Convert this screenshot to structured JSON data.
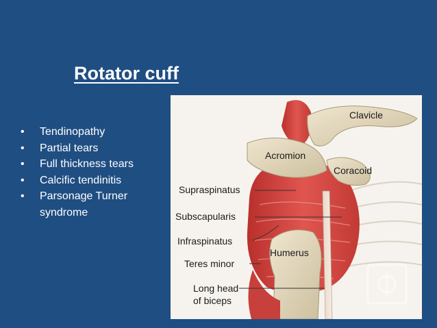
{
  "slide": {
    "title": "Rotator cuff",
    "bullets": [
      "Tendinopathy",
      "Partial tears",
      "Full thickness tears",
      "Calcific tendinitis",
      "Parsonage Turner syndrome"
    ]
  },
  "figure": {
    "labels": {
      "clavicle": "Clavicle",
      "acromion": "Acromion",
      "coracoid": "Coracoid",
      "supraspinatus": "Supraspinatus",
      "subscapularis": "Subscapularis",
      "infraspinatus": "Infraspinatus",
      "humerus": "Humerus",
      "teres_minor": "Teres minor",
      "long_head_1": "Long head",
      "long_head_2": "of biceps"
    },
    "watermark_icon": "medical-logo-icon"
  },
  "colors": {
    "background": "#1f4e82",
    "text": "#ffffff",
    "muscle": "#d9413f",
    "bone": "#e8dcc0"
  }
}
